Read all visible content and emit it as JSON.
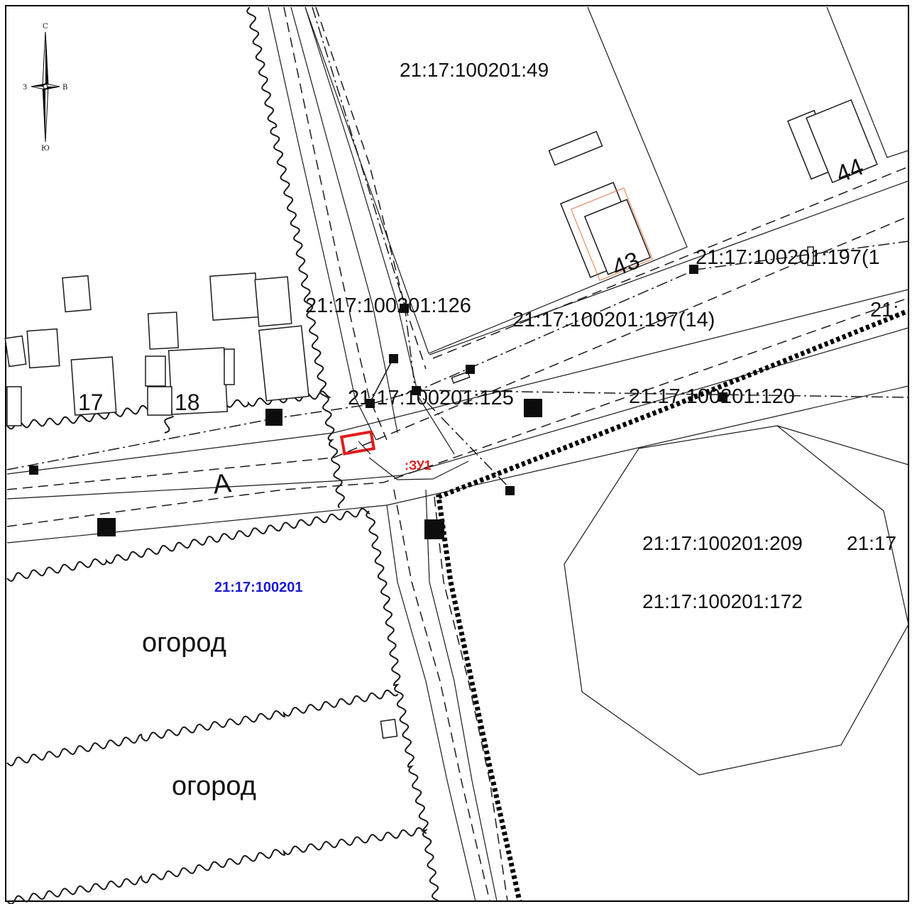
{
  "compass": {
    "north": "С",
    "south": "Ю",
    "west": "З",
    "east": "В"
  },
  "parcels": {
    "p49": "21:17:100201:49",
    "p126": "21:17:100201:126",
    "p197_14": "21:17:100201:197(14)",
    "p197_1": "21:17:100201:197(1",
    "p125": "21:17:100201:125",
    "p120": "21:17:100201:120",
    "p209": "21:17:100201:209",
    "p21_17": "21:17",
    "p172": "21:17:100201:172",
    "edge_fragment": "21:"
  },
  "quarter": {
    "label": "21:17:100201",
    "color": "#1a1ad6"
  },
  "new_parcel": {
    "label": ":ЗУ1",
    "color": "#e31b1b"
  },
  "house_numbers": {
    "h17": "17",
    "h18": "18",
    "h43": "43",
    "h44": "44"
  },
  "street": {
    "label": "А"
  },
  "gardens": {
    "top": "огород",
    "bottom": "огород"
  },
  "colors": {
    "line": "#1a1a1a",
    "highlight": "#e31b1b",
    "building_outline_orange": "#e07a4a"
  }
}
